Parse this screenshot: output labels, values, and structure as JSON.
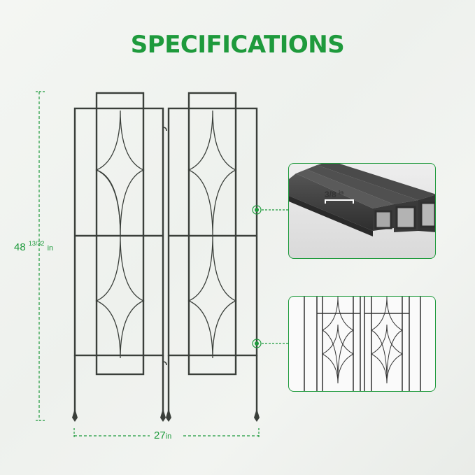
{
  "title": "SPECIFICATIONS",
  "dimensions": {
    "height": {
      "whole": "48",
      "fraction": "13/32",
      "unit": "in"
    },
    "width": {
      "value": "27",
      "unit": "in"
    },
    "tube": {
      "value": "3/8",
      "unit": "in"
    }
  },
  "colors": {
    "accent": "#1e9a3c",
    "frame": "#3a3f3a",
    "tube": "#3d3d3d"
  },
  "panels": [
    {
      "name": "tube-cross-section-detail"
    },
    {
      "name": "connected-panels-detail"
    }
  ]
}
